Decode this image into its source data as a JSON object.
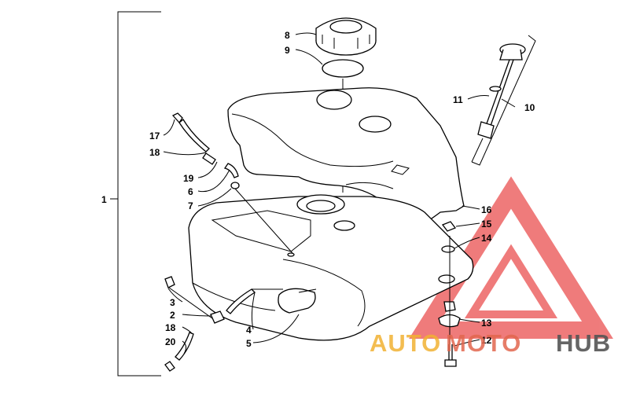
{
  "callouts": {
    "c1": "1",
    "c2": "2",
    "c3": "3",
    "c4": "4",
    "c5": "5",
    "c6": "6",
    "c7": "7",
    "c8": "8",
    "c9": "9",
    "c10": "10",
    "c11": "11",
    "c12": "12",
    "c13": "13",
    "c14": "14",
    "c15": "15",
    "c16": "16",
    "c17": "17",
    "c18a": "18",
    "c18b": "18",
    "c19": "19",
    "c20": "20"
  },
  "watermark": {
    "part1": "AUTO",
    "part2": "MOTO",
    "part3": "HUB",
    "colors": {
      "auto": "#f2b233",
      "moto": "#e2674e",
      "hub": "#555555",
      "triangle": "#ea5050"
    }
  }
}
